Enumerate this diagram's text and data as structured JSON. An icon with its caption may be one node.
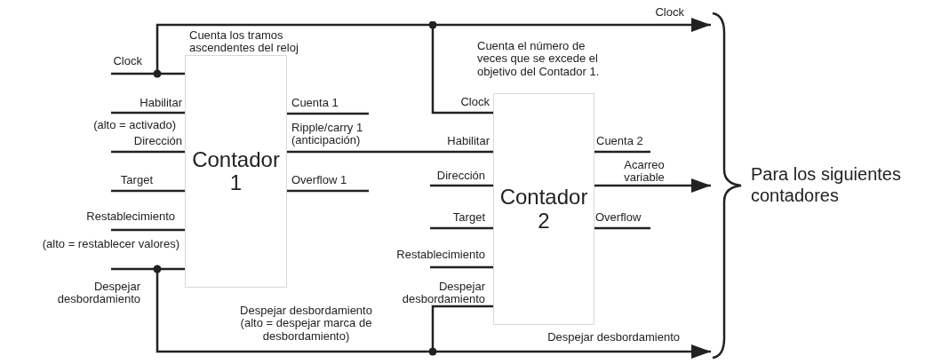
{
  "diagram": {
    "nodes": [
      {
        "text": [
          "Contador 1"
        ]
      },
      {
        "text": [
          "Contador 2"
        ]
      },
      {
        "text": [
          "Para los siguientes contadores"
        ]
      }
    ],
    "edges": [
      {
        "from": null,
        "to": 0,
        "arrow": "none"
      },
      {
        "from": null,
        "to": 0,
        "arrow": "none"
      },
      {
        "from": null,
        "to": 0,
        "arrow": "none"
      },
      {
        "from": null,
        "to": 0,
        "arrow": "none"
      },
      {
        "from": null,
        "to": 0,
        "arrow": "none"
      },
      {
        "from": null,
        "to": 0,
        "arrow": "none"
      },
      {
        "from": 0,
        "to": null,
        "arrow": "none"
      },
      {
        "from": 0,
        "to": 1,
        "arrow": "none"
      },
      {
        "from": 0,
        "to": null,
        "arrow": "none"
      },
      {
        "from": null,
        "to": 1,
        "arrow": "none"
      },
      {
        "from": null,
        "to": 1,
        "arrow": "none"
      },
      {
        "from": null,
        "to": 1,
        "arrow": "none"
      },
      {
        "from": 1,
        "to": null,
        "arrow": "none"
      },
      {
        "from": 1,
        "to": 2,
        "arrow": "to"
      },
      {
        "from": 1,
        "to": null,
        "arrow": "none"
      },
      {
        "from": null,
        "to": 1,
        "arrow": "other"
      },
      {
        "from": null,
        "to": 2,
        "arrow": "to"
      },
      {
        "from": null,
        "to": 1,
        "arrow": "other"
      },
      {
        "from": null,
        "to": 2,
        "arrow": "to"
      }
    ],
    "labels": [
      "Cuenta los tramos ascendentes del reloj",
      "Clock",
      "Cuenta el número de veces que se excede el objetivo del Contador 1.",
      "Clock",
      "Habilitar",
      "(alto = activado)",
      "Dirección",
      "Target",
      "Restablecimiento",
      "(alto = restablecer valores)",
      "Despejar desbordamiento",
      "Cuenta 1",
      "Ripple/carry 1 (anticipación)",
      "Overflow 1",
      "Clock",
      "Habilitar",
      "Dirección",
      "Target",
      "Restablecimiento",
      "Despejar desbordamiento",
      "Cuenta 2",
      "Acarreo variable",
      "Overflow",
      "Despejar desbordamiento (alto = despejar marca de desbordamiento)",
      "Despejar desbordamiento"
    ]
  }
}
